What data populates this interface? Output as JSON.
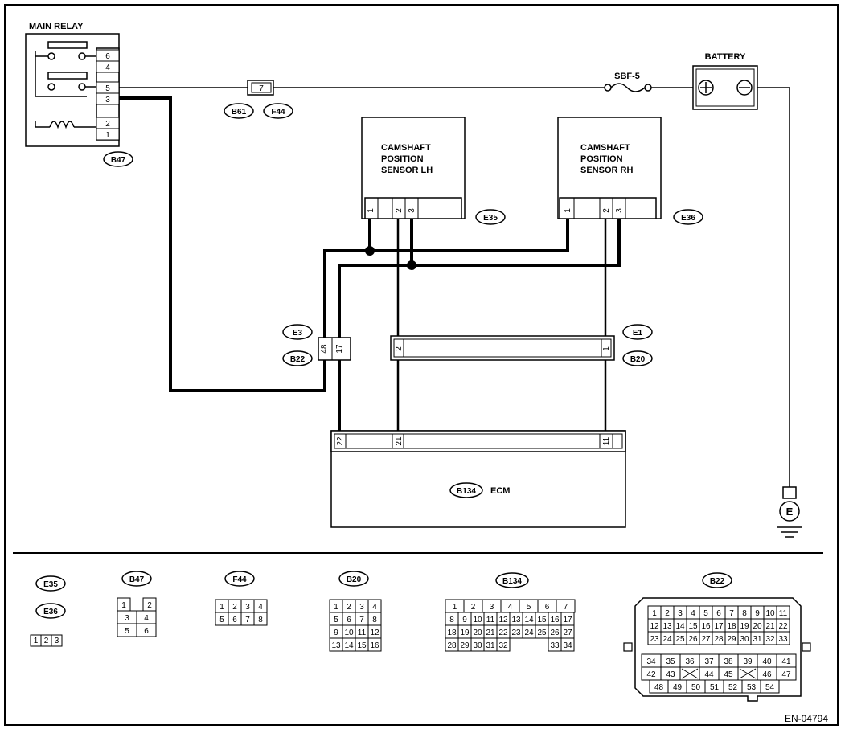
{
  "main_relay": {
    "title": "MAIN RELAY",
    "connector": "B47",
    "pins": [
      "6",
      "4",
      "5",
      "3",
      "2",
      "1"
    ]
  },
  "battery": {
    "title": "BATTERY",
    "plus": "⊕",
    "minus": "⊖"
  },
  "fuse": {
    "label": "SBF-5"
  },
  "joint": {
    "pin": "7",
    "connectors": [
      "B61",
      "F44"
    ]
  },
  "sensor_lh": {
    "line1": "CAMSHAFT",
    "line2": "POSITION",
    "line3": "SENSOR LH",
    "connector": "E35",
    "pins": [
      "1",
      "2",
      "3"
    ]
  },
  "sensor_rh": {
    "line1": "CAMSHAFT",
    "line2": "POSITION",
    "line3": "SENSOR RH",
    "connector": "E36",
    "pins": [
      "1",
      "2",
      "3"
    ]
  },
  "connector_left": {
    "top": "E3",
    "bottom": "B22",
    "pins": [
      "48",
      "17"
    ]
  },
  "connector_right": {
    "top": "E1",
    "bottom": "B20",
    "pins": [
      "2",
      "1"
    ]
  },
  "ecm": {
    "connector": "B134",
    "label": "ECM",
    "pins": [
      "22",
      "21",
      "11"
    ]
  },
  "ground": {
    "label": "E"
  },
  "legend": {
    "e35": {
      "tags": [
        "E35",
        "E36"
      ],
      "rows": [
        [
          "1",
          "2",
          "3"
        ]
      ]
    },
    "b47": {
      "tag": "B47",
      "rows": [
        [
          "1",
          "",
          "2"
        ],
        [
          "3",
          "4"
        ],
        [
          "5",
          "6"
        ]
      ]
    },
    "f44": {
      "tag": "F44",
      "rows": [
        [
          "1",
          "2",
          "3",
          "4"
        ],
        [
          "5",
          "6",
          "7",
          "8"
        ]
      ]
    },
    "b20": {
      "tag": "B20",
      "rows": [
        [
          "1",
          "2",
          "3",
          "4"
        ],
        [
          "5",
          "6",
          "7",
          "8"
        ],
        [
          "9",
          "10",
          "11",
          "12"
        ],
        [
          "13",
          "14",
          "15",
          "16"
        ]
      ]
    },
    "b134": {
      "tag": "B134",
      "rows": [
        [
          "1",
          "2",
          "3",
          "4",
          "5",
          "6",
          "7"
        ],
        [
          "8",
          "9",
          "10",
          "11",
          "12",
          "13",
          "14",
          "15",
          "16",
          "17"
        ],
        [
          "18",
          "19",
          "20",
          "21",
          "22",
          "23",
          "24",
          "25",
          "26",
          "27"
        ],
        [
          "28",
          "29",
          "30",
          "31",
          "32",
          "",
          "",
          "",
          "33",
          "34"
        ]
      ]
    },
    "b22": {
      "tag": "B22",
      "rows": [
        [
          "1",
          "2",
          "3",
          "4",
          "5",
          "6",
          "7",
          "8",
          "9",
          "10",
          "11"
        ],
        [
          "12",
          "13",
          "14",
          "15",
          "16",
          "17",
          "18",
          "19",
          "20",
          "21",
          "22"
        ],
        [
          "23",
          "24",
          "25",
          "26",
          "27",
          "28",
          "29",
          "30",
          "31",
          "32",
          "33"
        ]
      ],
      "rows2": [
        [
          "34",
          "35",
          "36",
          "37",
          "38",
          "39",
          "40",
          "41"
        ],
        [
          "42",
          "43",
          "X",
          "44",
          "45",
          "X",
          "46",
          "47"
        ],
        [
          "48",
          "49",
          "50",
          "51",
          "52",
          "53",
          "54"
        ]
      ]
    }
  },
  "doc_id": "EN-04794"
}
